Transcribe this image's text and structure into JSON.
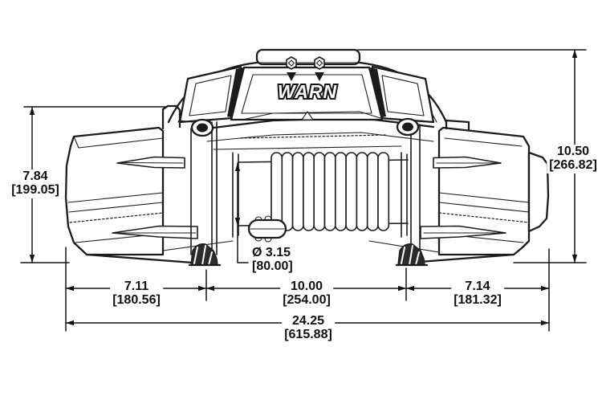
{
  "diagram": {
    "title": "WARN winch dimensional line drawing (front view)",
    "brand_logo": "WARN",
    "background_color": "#ffffff",
    "line_color": "#1c1c1c",
    "units_note": "inches over [millimeters]",
    "dimensions": {
      "height_left": {
        "inches": "7.84",
        "mm": "[199.05]"
      },
      "height_overall": {
        "inches": "10.50",
        "mm": "[266.82]"
      },
      "drum_diameter": {
        "inches": "Ø 3.15",
        "mm": "[80.00]"
      },
      "width_motor_side": {
        "inches": "7.11",
        "mm": "[180.56]"
      },
      "width_drum": {
        "inches": "10.00",
        "mm": "[254.00]"
      },
      "width_gear_side": {
        "inches": "7.14",
        "mm": "[181.32]"
      },
      "width_overall": {
        "inches": "24.25",
        "mm": "[615.88]"
      }
    }
  }
}
